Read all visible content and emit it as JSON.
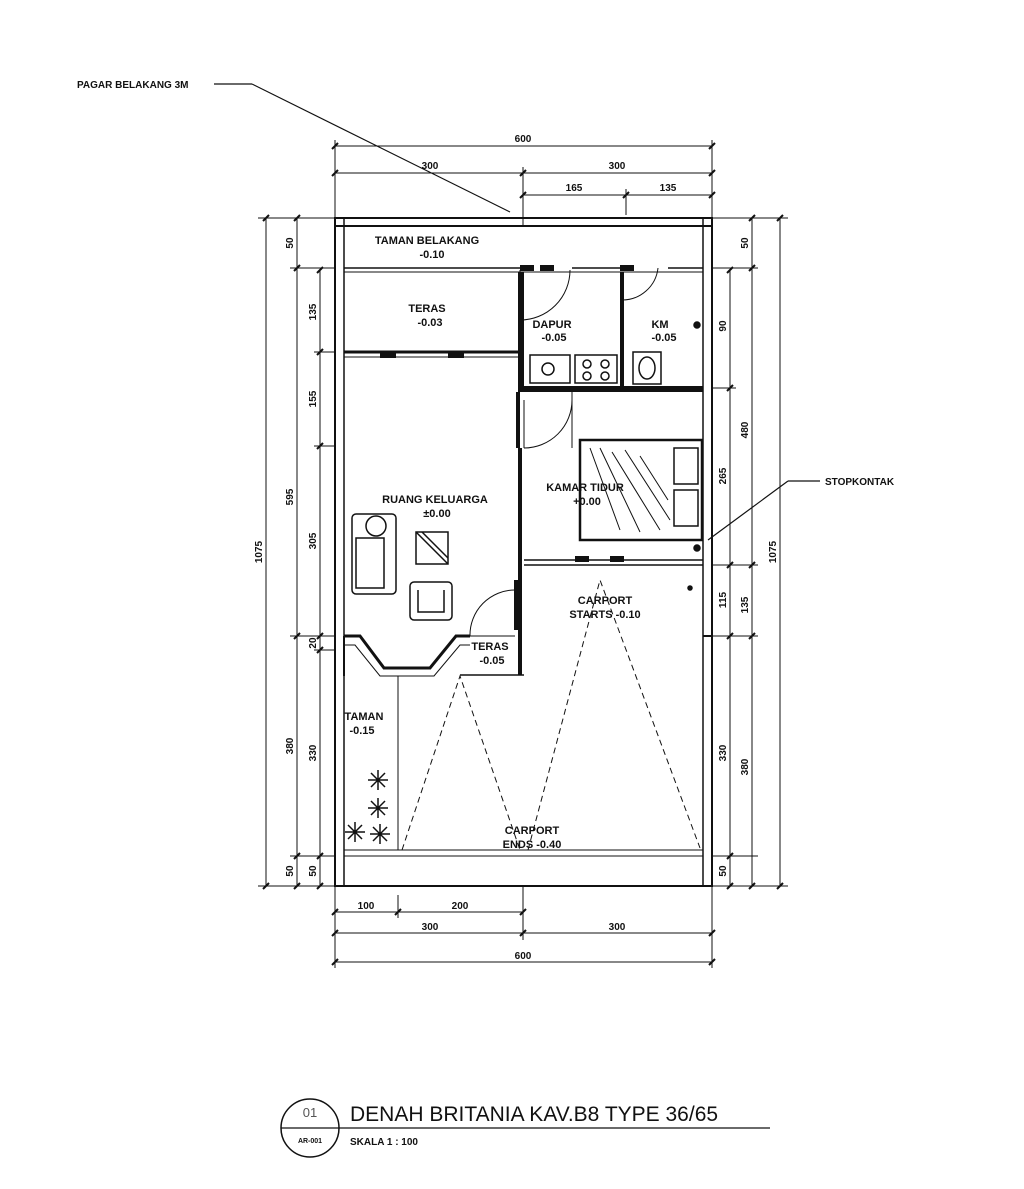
{
  "callouts": {
    "pagar_belakang": "PAGAR BELAKANG 3M",
    "stopkontak": "STOPKONTAK"
  },
  "rooms": {
    "taman_belakang": {
      "name": "TAMAN  BELAKANG",
      "level": "-0.10"
    },
    "teras_back": {
      "name": "TERAS",
      "level": "-0.03"
    },
    "dapur": {
      "name": "DAPUR",
      "level": "-0.05"
    },
    "km": {
      "name": "KM",
      "level": "-0.05"
    },
    "ruang_keluarga": {
      "name": "RUANG  KELUARGA",
      "level": "±0.00"
    },
    "kamar_tidur": {
      "name": "KAMAR TIDUR",
      "level": "+0.00"
    },
    "carport_start": {
      "name": "CARPORT",
      "level": "STARTS  -0.10"
    },
    "teras_front": {
      "name": "TERAS",
      "level": "-0.05"
    },
    "taman": {
      "name": "TAMAN",
      "level": "-0.15"
    },
    "carport_end": {
      "name": "CARPORT",
      "level": "ENDS  -0.40"
    }
  },
  "dimensions": {
    "top_total": "600",
    "top_left": "300",
    "top_right": "300",
    "top_sub1": "165",
    "top_sub2": "135",
    "bottom_sub1": "100",
    "bottom_sub2": "200",
    "bottom_left": "300",
    "bottom_right": "300",
    "bottom_total": "600",
    "left_total": "1075",
    "left_a": "50",
    "left_b": "595",
    "left_c": "380",
    "left_d": "50",
    "left_in_a": "135",
    "left_in_b": "155",
    "left_in_c": "305",
    "left_in_d": "20",
    "left_in_e": "330",
    "left_in_f": "50",
    "right_total": "1075",
    "right_a": "50",
    "right_b": "480",
    "right_c": "135",
    "right_d": "380",
    "right_in_a": "90",
    "right_in_b": "265",
    "right_in_c": "115",
    "right_in_d": "330",
    "right_in_e": "50"
  },
  "title_block": {
    "number": "01",
    "sheet": "AR-001",
    "title": "DENAH BRITANIA KAV.B8 TYPE 36/65",
    "scale": "SKALA 1 : 100"
  }
}
